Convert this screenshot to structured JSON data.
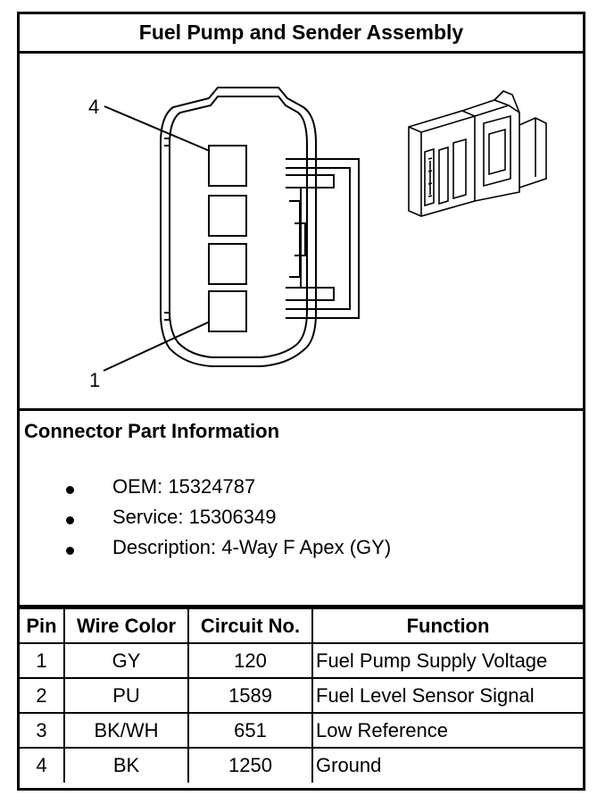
{
  "title": "Fuel Pump and Sender Assembly",
  "figure": {
    "callouts": [
      "4",
      "1"
    ]
  },
  "part_info": {
    "heading": "Connector Part Information",
    "items": [
      "OEM: 15324787",
      "Service: 15306349",
      "Description: 4-Way F Apex (GY)"
    ]
  },
  "pin_table": {
    "headers": [
      "Pin",
      "Wire Color",
      "Circuit No.",
      "Function"
    ],
    "rows": [
      [
        "1",
        "GY",
        "120",
        "Fuel Pump Supply Voltage"
      ],
      [
        "2",
        "PU",
        "1589",
        "Fuel Level Sensor Signal"
      ],
      [
        "3",
        "BK/WH",
        "651",
        "Low Reference"
      ],
      [
        "4",
        "BK",
        "1250",
        "Ground"
      ]
    ]
  }
}
